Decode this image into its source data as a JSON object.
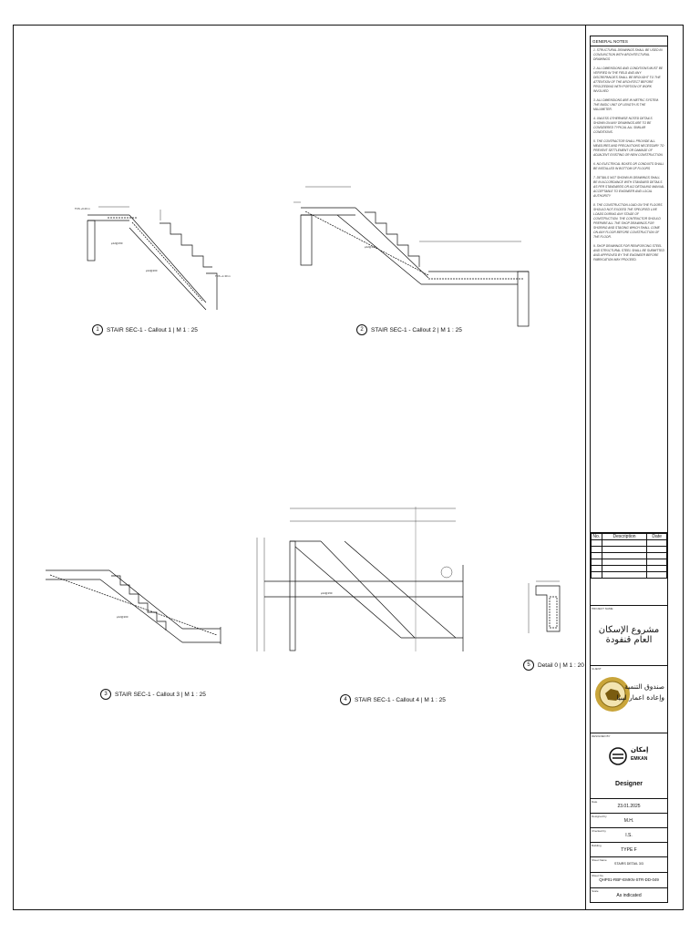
{
  "callouts": [
    {
      "num": "1",
      "label": "STAIR SEC-1 - Callout 1 | M 1 : 25"
    },
    {
      "num": "2",
      "label": "STAIR SEC-1 - Callout 2 | M 1 : 25"
    },
    {
      "num": "3",
      "label": "STAIR SEC-1 - Callout 3 | M 1 : 25"
    },
    {
      "num": "4",
      "label": "STAIR SEC-1 - Callout 4 | M 1 : 25"
    },
    {
      "num": "5",
      "label": "Detail 0 | M 1 : 20"
    }
  ],
  "general_notes": {
    "title": "GENERAL NOTES",
    "items": [
      "1. STRUCTURAL DRAWINGS SHALL BE USED IN CONJUNCTION WITH ARCHITECTURAL DRAWINGS",
      "2. ALL DIMENSIONS AND CONDITIONS MUST BE VERIFIED IN THE FIELD AND ANY DISCREPANCIES SHALL BE BROUGHT TO THE ATTENTION OF THE ARCHITECT BEFORE PROCEEDING WITH PORTION OF WORK INVOLVED",
      "3. ALL DIMENSIONS ARE IN METRIC SYSTEM. THE BASIC UNIT OF LENGTH IS THE MILLIMETER.",
      "4. UNLESS OTHERWISE NOTED DETAILS SHOWN ON ANY DRAWINGS ARE TO BE CONSIDERED TYPICAL ALL SIMILAR CONDITIONS.",
      "5. THE CONTRACTOR SHALL PROVIDE ALL MEASURES AND PRECAUTIONS NECESSARY TO PREVENT SETTLEMENT OR DAMAGE OF ADJACENT EXISTING OR NEW CONSTRUCTION.",
      "6. NO ELECTRICAL BOXES OR CONDUITS SHALL BE INSTALLED IN BOTTOM OF FLOORS",
      "7. DETAILS NOT SHOWN IN DRAWINGS SHALL BE IN ACCORDANCE WITH STANDARD DETAILS AS PER STANDARDS OR ACI DETAILING MANUAL ACCEPTABLE TO ENGINEER AND LOCAL AUTHORITY",
      "8. THE CONSTRUCTION LOAD ON THE FLOORS SHOULD NOT EXCEED THE SPECIFIED LIVE LOADS DURING ANY STAGE OF CONSTRUCTION. THE CONTRACTOR SHOULD PREPARE ALL THE SHOP DRAWINGS FOR SHORING AND STAGING WHICH SHALL COME ON ANY FLOOR BEFORE CONSTRUCTION OF THE FLOOR.",
      "9. SHOP DRAWINGS FOR REINFORCING STEEL AND STRUCTURAL STEEL SHALL BE SUBMITTED AND APPROVED BY THE ENGINEER BEFORE FABRICATION MAY PROCEED."
    ]
  },
  "revisions": {
    "headers": [
      "No.",
      "Description",
      "Date"
    ],
    "rows": 6
  },
  "project_name": {
    "label": "PROJECT NAME",
    "value": "مشروع الإسكان العام قنفودة"
  },
  "client": {
    "label": "CLIENT",
    "name_line1": "صندوق التنمية",
    "name_line2": "وإعادة اعمار ليبيا"
  },
  "designer": {
    "label": "DESIGNED BY",
    "logo_arabic": "إمكان",
    "logo_latin": "EMKAN",
    "caption": "Designer"
  },
  "fields": [
    {
      "label": "Date",
      "value": "23.01.2025"
    },
    {
      "label": "Designed by",
      "value": "M.H."
    },
    {
      "label": "Checked by",
      "value": "I.S."
    },
    {
      "label": "Building",
      "value": "TYPE F"
    },
    {
      "label": "Sheet Name",
      "value": "STAIRS DETAIL 3/3"
    },
    {
      "label": "Sheet No.",
      "value": "QHP01-RBF-EMKN-STR-DD-049"
    },
    {
      "label": "Scale",
      "value": "As indicated"
    }
  ],
  "annotations": {
    "tos1": "TOS +0.20 m",
    "tos2": "TOS +1.30 m",
    "bar": "φ12@150",
    "bar2": "φ12@200"
  },
  "colors": {
    "line": "#111111",
    "gold": "#c9a53a",
    "dim": "#444444"
  }
}
